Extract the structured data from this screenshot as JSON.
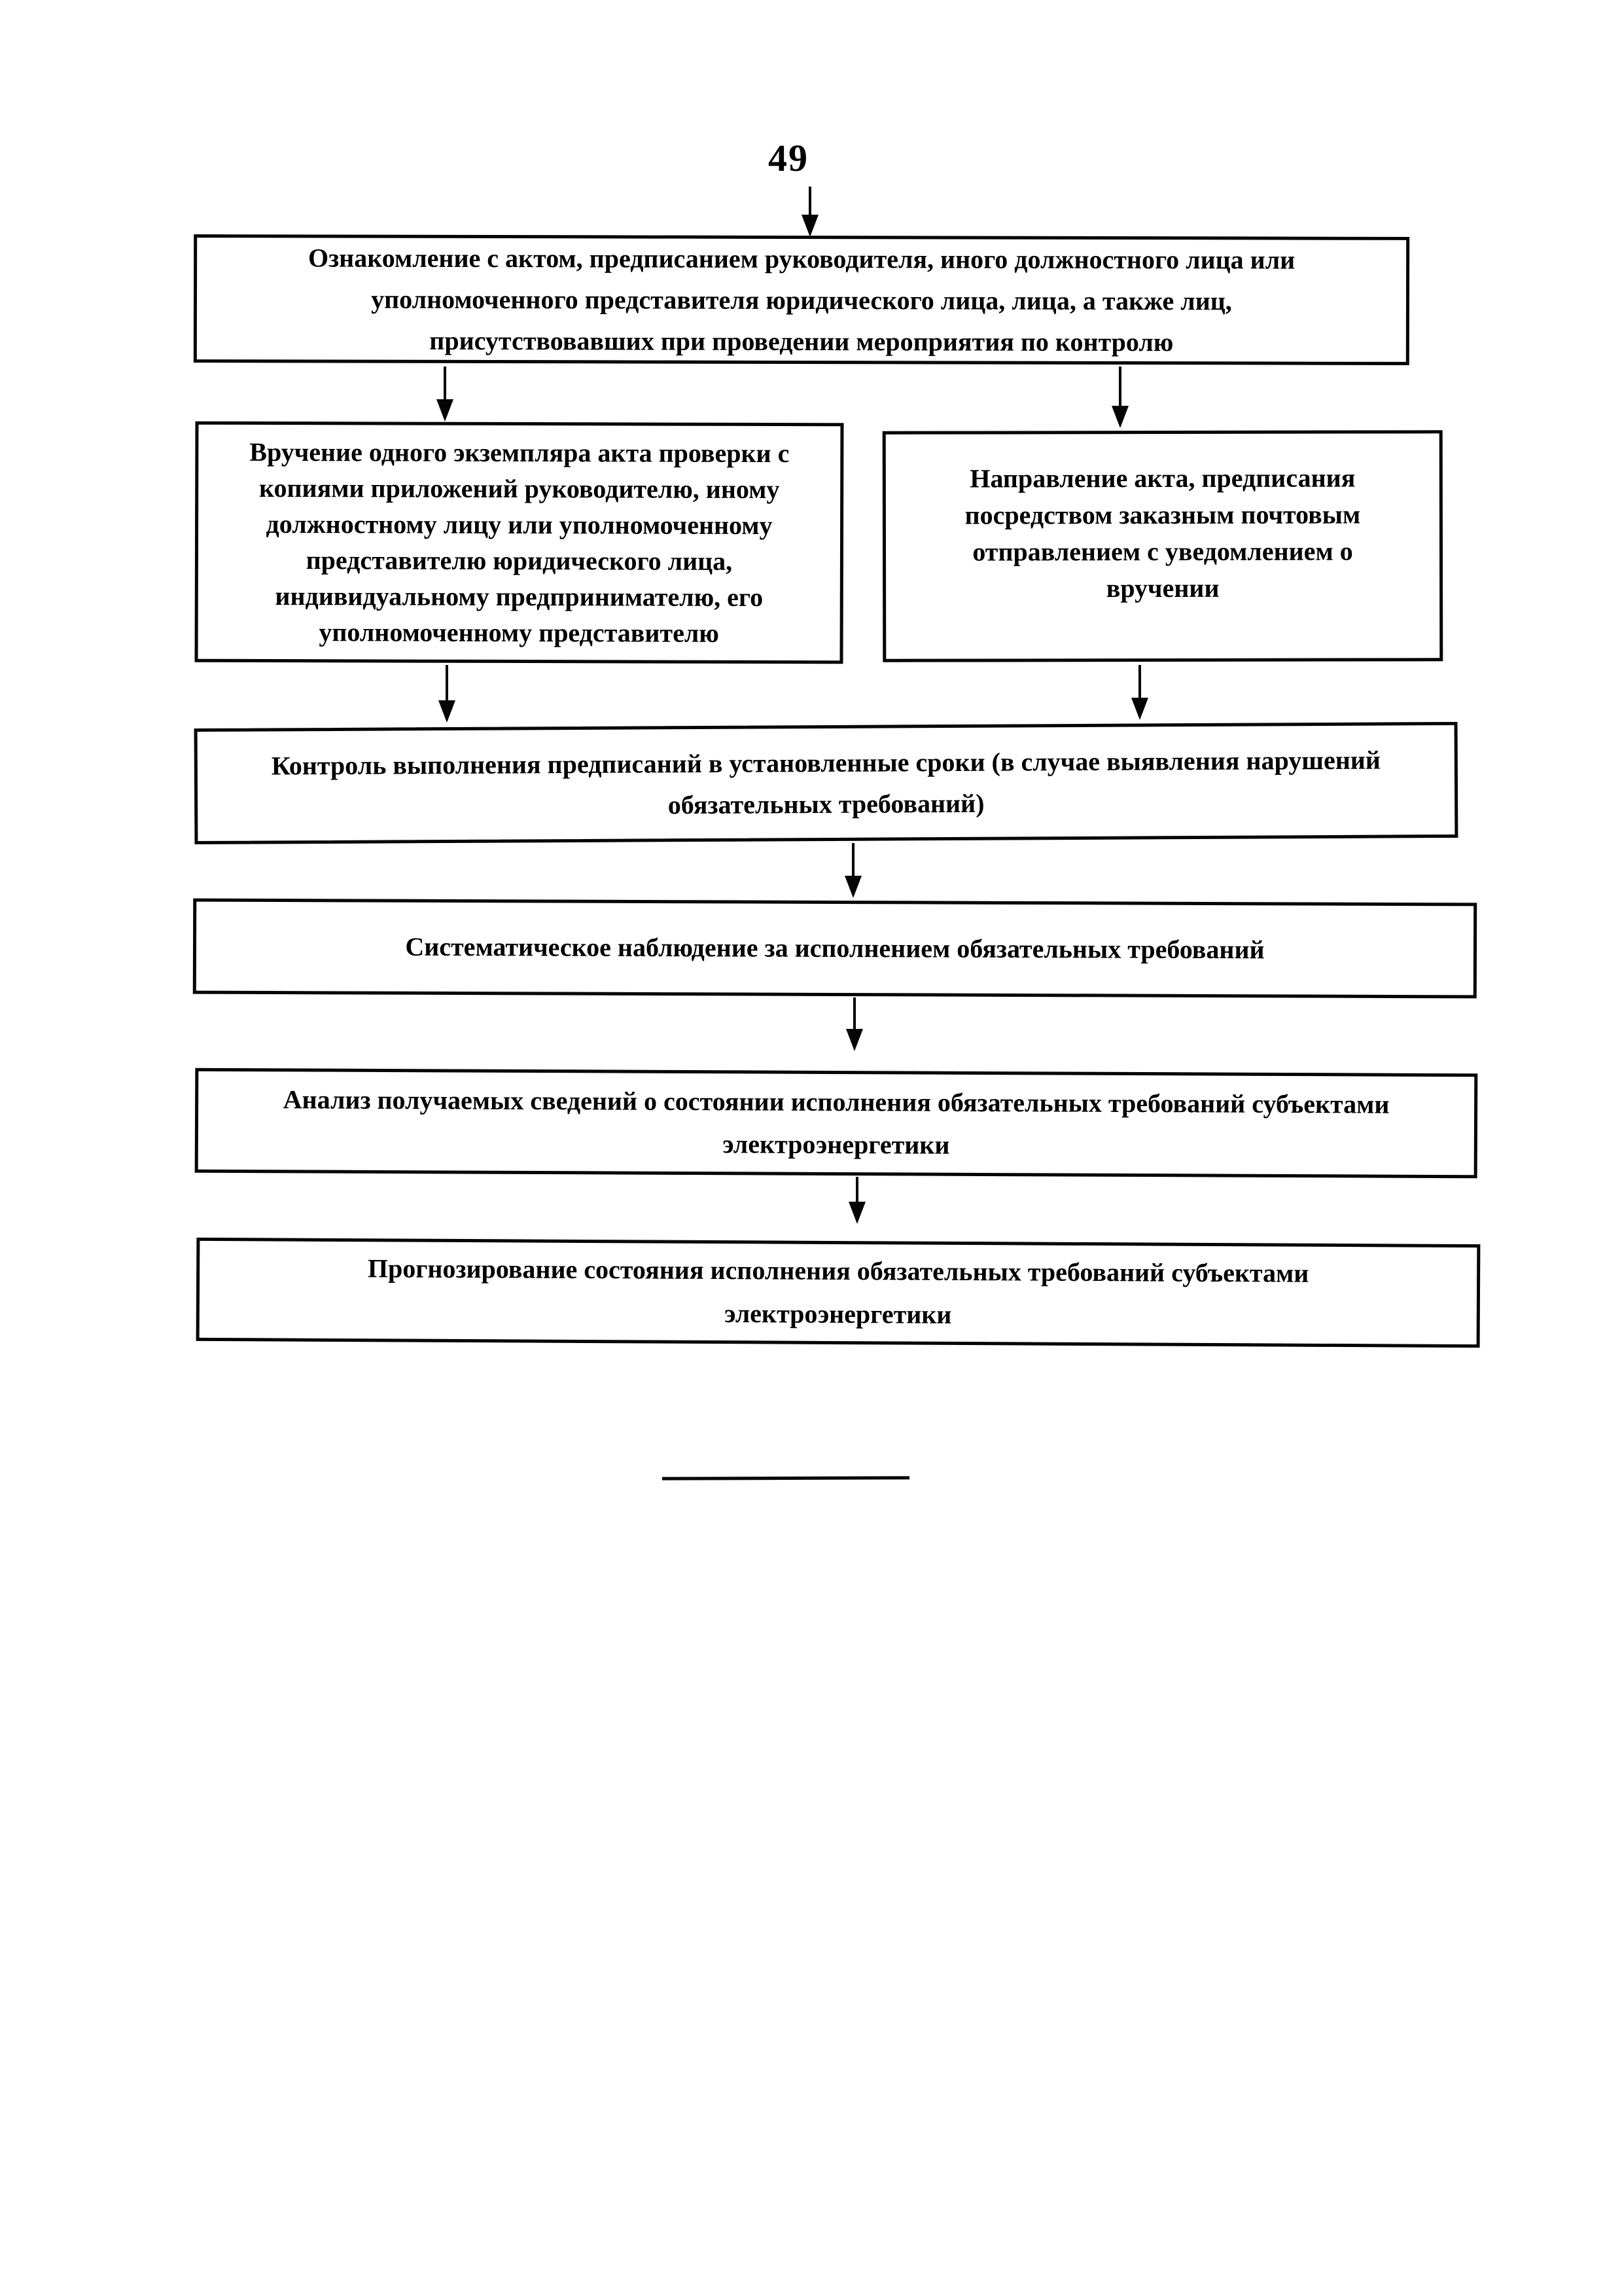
{
  "page": {
    "number": "49"
  },
  "flowchart": {
    "boxes": {
      "acquaint": {
        "text": "Ознакомление с актом, предписанием руководителя, иного должностного лица или\nуполномоченного представителя юридического лица, лица, а также лиц,\nприсутствовавших при проведении мероприятия по контролю"
      },
      "handover": {
        "text": "Вручение одного экземпляра акта проверки с\nкопиями приложений руководителю, иному\nдолжностному лицу или уполномоченному\nпредставителю юридического лица,\nиндивидуальному предпринимателю, его\nуполномоченному представителю"
      },
      "mail": {
        "text": "Направление акта, предписания\nпосредством заказным почтовым\nотправлением с уведомлением о\nвручении"
      },
      "control": {
        "text": "Контроль выполнения предписаний в установленные сроки (в случае выявления нарушений\nобязательных требований)"
      },
      "monitoring": {
        "text": "Систематическое наблюдение за исполнением обязательных требований"
      },
      "analysis": {
        "text": "Анализ получаемых сведений о состоянии исполнения обязательных требований субъектами\nэлектроэнергетики"
      },
      "forecast": {
        "text": "Прогнозирование состояния исполнения обязательных требований субъектами\nэлектроэнергетики"
      }
    }
  },
  "colors": {
    "ink": "#050505",
    "paper": "#ffffff"
  }
}
